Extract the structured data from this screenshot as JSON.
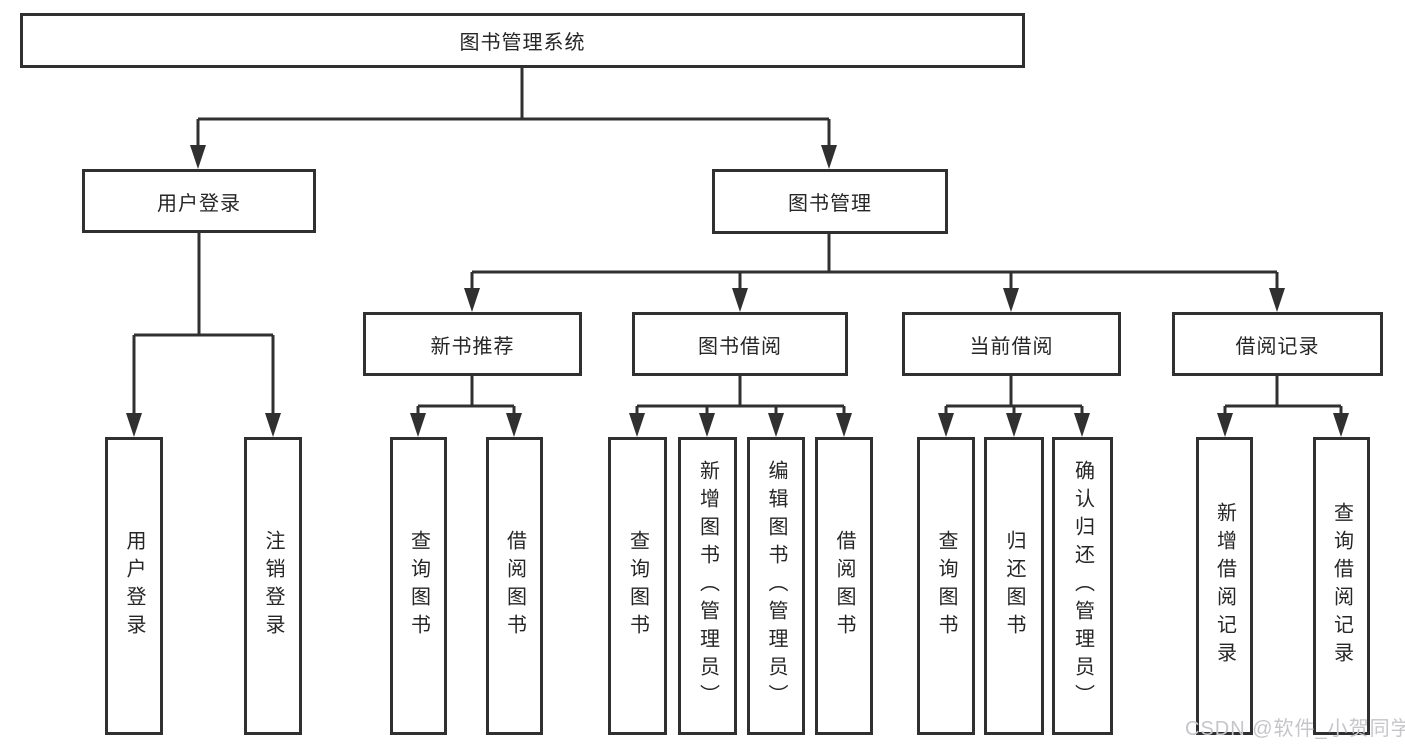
{
  "diagram": {
    "root": {
      "label": "图书管理系统"
    },
    "level2": [
      {
        "label": "用户登录"
      },
      {
        "label": "图书管理"
      }
    ],
    "level3": [
      {
        "label": "新书推荐"
      },
      {
        "label": "图书借阅"
      },
      {
        "label": "当前借阅"
      },
      {
        "label": "借阅记录"
      }
    ],
    "leaves": {
      "user_login": [
        {
          "label": "用户登录"
        },
        {
          "label": "注销登录"
        }
      ],
      "new_book_recommend": [
        {
          "label": "查询图书"
        },
        {
          "label": "借阅图书"
        }
      ],
      "book_borrow": [
        {
          "label": "查询图书"
        },
        {
          "label": "新增图书（管理员）"
        },
        {
          "label": "编辑图书（管理员）"
        },
        {
          "label": "借阅图书"
        }
      ],
      "current_borrow": [
        {
          "label": "查询图书"
        },
        {
          "label": "归还图书"
        },
        {
          "label": "确认归还（管理员）"
        }
      ],
      "borrow_records": [
        {
          "label": "新增借阅记录"
        },
        {
          "label": "查询借阅记录"
        }
      ]
    }
  },
  "watermark": {
    "text": "CSDN @软件_小贺同学"
  },
  "colors": {
    "line": "#303030",
    "box_border": "#303030",
    "text": "#262626",
    "watermark": "#c6c6ca",
    "background": "#ffffff"
  }
}
